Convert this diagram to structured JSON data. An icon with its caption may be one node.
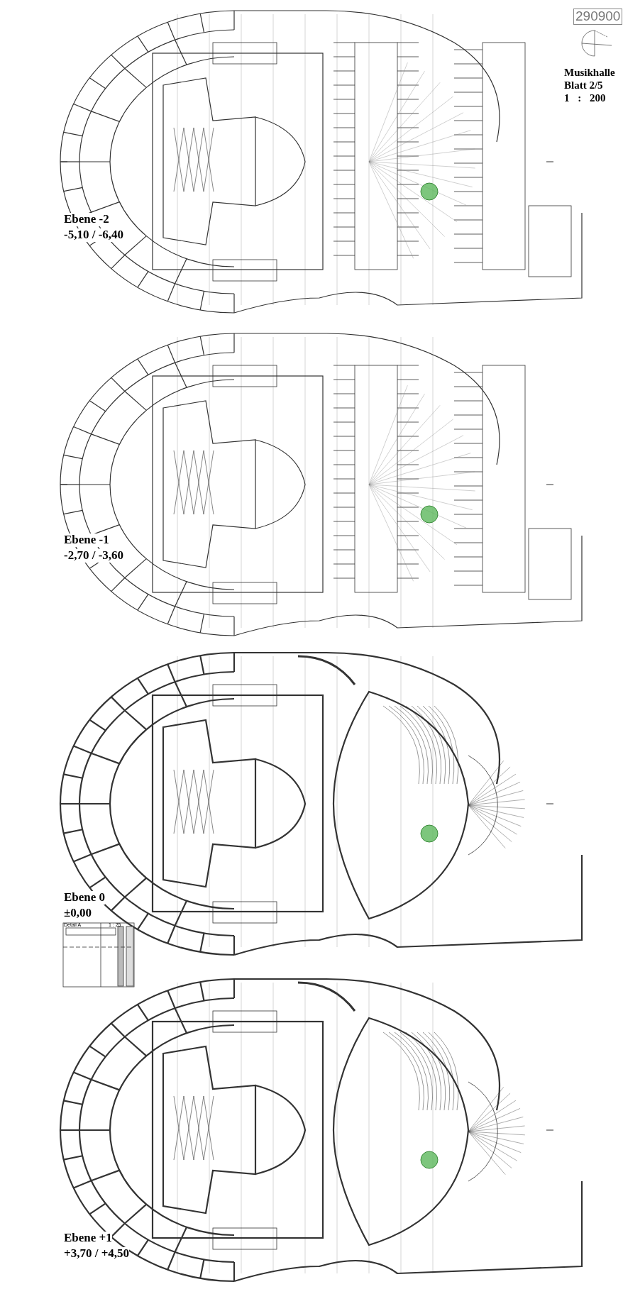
{
  "diagram": {
    "title": "Musikhalle",
    "labels": [
      "290900",
      "Blatt 2/5",
      "1 : 200",
      "Ebene -2",
      "-5,10 / -6,40",
      "Ebene -1",
      "-2,70 / -3,60",
      "Ebene 0",
      "±0,00",
      "Detail A",
      "1 : 25",
      "Ebene +1",
      "+3,70 / +4,50"
    ]
  }
}
